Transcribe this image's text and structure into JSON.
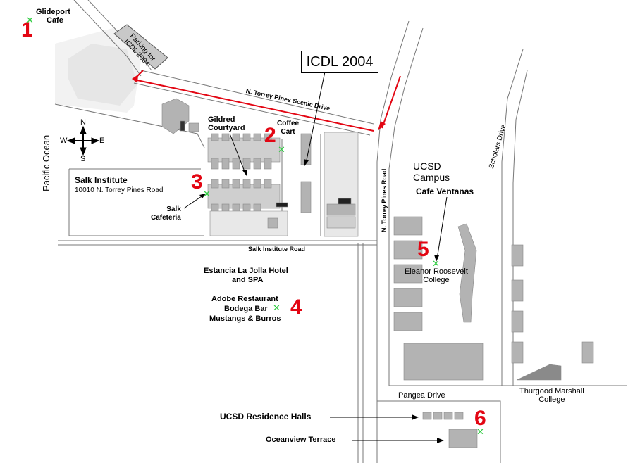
{
  "compass": {
    "n": "N",
    "s": "S",
    "e": "E",
    "w": "W"
  },
  "labels": {
    "ocean": "Pacific Ocean",
    "parking": [
      "Parking for",
      "ICDL 2004"
    ],
    "scenic_drive": "N. Torrey Pines Scenic Drive",
    "icdl": "ICDL 2004",
    "gildred": [
      "Gildred",
      "Courtyard"
    ],
    "coffee_cart": [
      "Coffee",
      "Cart"
    ],
    "salk_title": "Salk Institute",
    "salk_address": "10010 N. Torrey Pines Road",
    "salk_cafeteria": [
      "Salk",
      "Cafeteria"
    ],
    "salk_road": "Salk Institute Road",
    "torrey_pines_road": "N. Torrey Pines Road",
    "ucsd_campus": [
      "UCSD",
      "Campus"
    ],
    "scholars_drive": "Scholars Drive",
    "cafe_ventanas": "Cafe Ventanas",
    "roosevelt": [
      "Eleanor Roosevelt",
      "College"
    ],
    "estancia": [
      "Estancia La Jolla Hotel",
      "and SPA"
    ],
    "adobe": [
      "Adobe Restaurant",
      "Bodega Bar",
      "Mustangs & Burros"
    ],
    "thurgood": [
      "Thurgood Marshall",
      "College"
    ],
    "pangea": "Pangea Drive",
    "residence_halls": "UCSD Residence Halls",
    "oceanview": "Oceanview Terrace",
    "glideport": [
      "Glideport",
      "Cafe"
    ]
  },
  "markers": [
    "1",
    "2",
    "3",
    "4",
    "5",
    "6"
  ],
  "marker_glyph": "✕",
  "colors": {
    "route": "#e30613",
    "marker": "#2ecc40",
    "building": "#b3b3b3",
    "road": "#777777"
  }
}
